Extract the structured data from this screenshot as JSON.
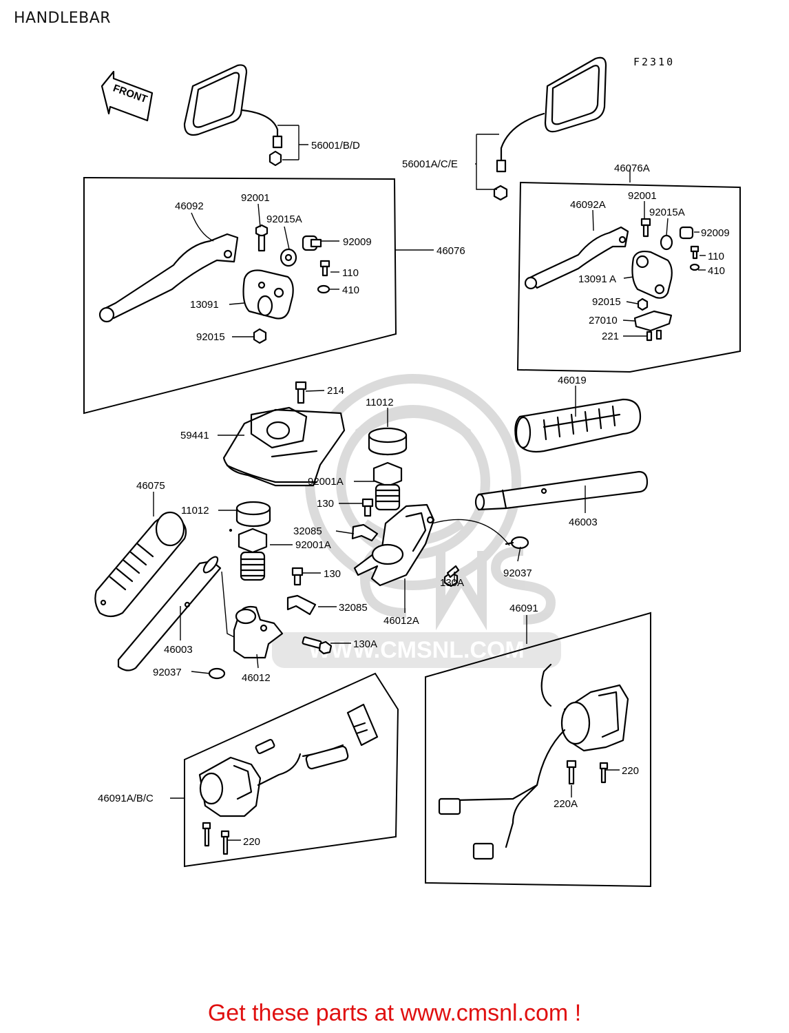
{
  "page": {
    "title": "HANDLEBAR"
  },
  "diagram": {
    "figure_code": "F2310",
    "front_arrow_label": "FRONT",
    "watermark": "WWW.CMSNL.COM",
    "callouts": {
      "mirror_left": "56001/B/D",
      "mirror_right": "56001A/C/E",
      "lever_assy_left": "46076",
      "lever_assy_right": "46076A",
      "lever_left": "46092",
      "lever_right": "46092A",
      "bolt_92001_l": "92001",
      "bolt_92001_r": "92001",
      "nut_92015A_l": "92015A",
      "nut_92015A_r": "92015A",
      "adjuster_92009_l": "92009",
      "adjuster_92009_r": "92009",
      "screw_110_l": "110",
      "screw_110_r": "110",
      "washer_410_l": "410",
      "washer_410_r": "410",
      "holder_13091": "13091",
      "holder_13091A": "13091 A",
      "nut_92015_l": "92015",
      "nut_92015_r": "92015",
      "switch_27010": "27010",
      "screw_221": "221",
      "grip_right": "46019",
      "bolt_214": "214",
      "cap_11012_r": "11012",
      "cap_11012_l": "11012",
      "cover_59441": "59441",
      "bolt_92001A_r": "92001A",
      "bolt_92001A_l": "92001A",
      "grip_left": "46075",
      "screw_130_r": "130",
      "screw_130_l": "130",
      "clamp_32085_r": "32085",
      "clamp_32085_l": "32085",
      "handlebar_right": "46003",
      "handlebar_left": "46003",
      "clip_92037_r": "92037",
      "clip_92037_l": "92037",
      "bolt_130A_r": "130A",
      "bolt_130A_l": "130A",
      "holder_46012A": "46012A",
      "holder_46012": "46012",
      "switch_right": "46091",
      "switch_left": "46091A/B/C",
      "screw_220_l": "220",
      "screw_220_r": "220",
      "screw_220A": "220A"
    }
  },
  "footer": {
    "promo_text": "Get these parts at www.cmsnl.com !"
  }
}
